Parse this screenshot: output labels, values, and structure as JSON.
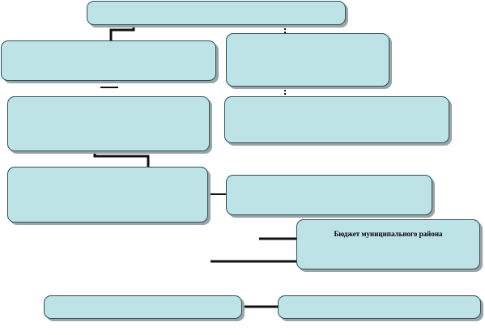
{
  "diagram": {
    "nodes": [
      {
        "id": "top-box",
        "label": ""
      },
      {
        "id": "left-box-1",
        "label": ""
      },
      {
        "id": "right-box-1",
        "label": ""
      },
      {
        "id": "left-box-2",
        "label": ""
      },
      {
        "id": "right-box-2",
        "label": ""
      },
      {
        "id": "left-box-3",
        "label": ""
      },
      {
        "id": "right-box-3",
        "label": ""
      },
      {
        "id": "municipal-budget-box",
        "label": "Бюджет  муниципального района"
      },
      {
        "id": "bottom-left-box",
        "label": ""
      },
      {
        "id": "bottom-right-box",
        "label": ""
      }
    ],
    "colors": {
      "fill": "#bde3e6",
      "border": "#2f4f5a",
      "shadow": "#9aa4a8",
      "line": "#111111"
    }
  }
}
